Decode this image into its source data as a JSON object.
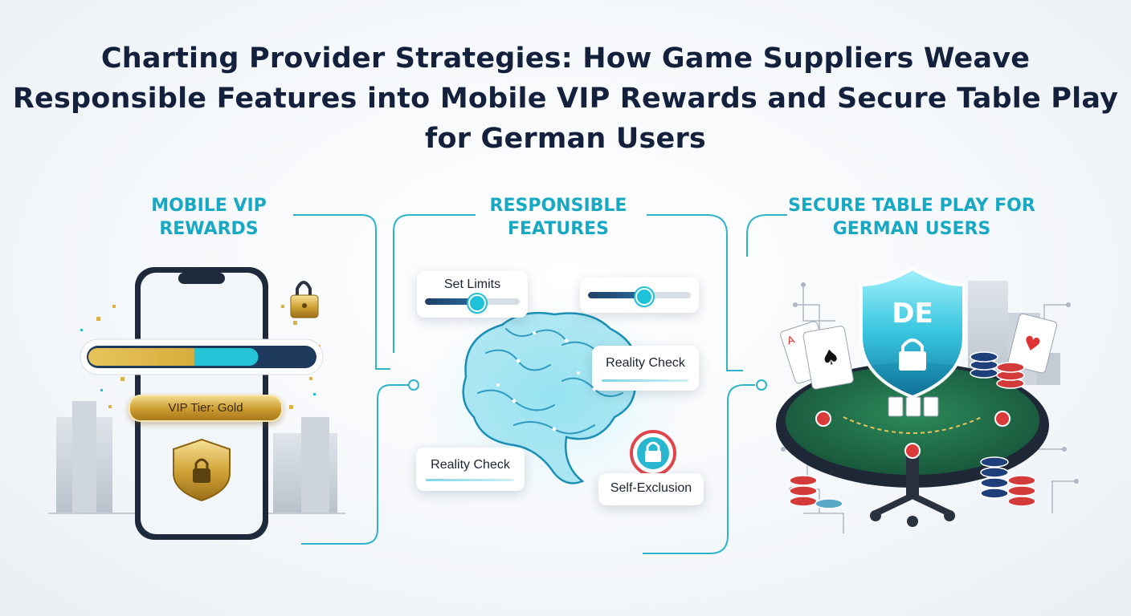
{
  "title": "Charting Provider Strategies: How Game Suppliers Weave Responsible Features into Mobile VIP Rewards and Secure Table Play for German Users",
  "columns": {
    "mobile_vip": "MOBILE VIP REWARDS",
    "responsible": "RESPONSIBLE FEATURES",
    "secure_table": "SECURE TABLE PLAY FOR GERMAN USERS"
  },
  "phone": {
    "vip_tier_label": "VIP Tier: Gold",
    "progress": 0.75
  },
  "features": {
    "set_limits": {
      "label": "Set Limits",
      "level": 0.55
    },
    "slider_two": {
      "level": 0.55
    },
    "reality_check_right": "Reality Check",
    "reality_check_left": "Reality Check",
    "self_exclusion": "Self-Exclusion"
  },
  "table": {
    "shield_text": "DE"
  },
  "colors": {
    "title": "#14213d",
    "accent": "#17a8c4",
    "gold": "#c99a2e",
    "felt": "#1f6b45",
    "navy": "#1e3f66"
  },
  "icons": [
    "padlock-icon",
    "shield-lock-icon",
    "brain-icon",
    "playing-cards-icon",
    "poker-chips-icon",
    "city-skyline-icon"
  ]
}
